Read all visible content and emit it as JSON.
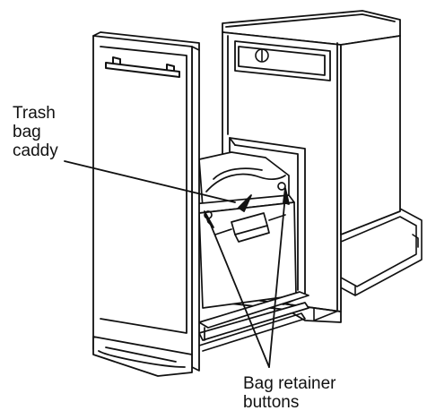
{
  "callouts": {
    "trash_bag_caddy": [
      "Trash",
      "bag",
      "caddy"
    ],
    "bag_retainer_buttons": [
      "Bag retainer",
      "buttons"
    ]
  },
  "colors": {
    "ink": "#111111",
    "background": "#ffffff"
  },
  "icons": {
    "knob": "knob-icon"
  }
}
